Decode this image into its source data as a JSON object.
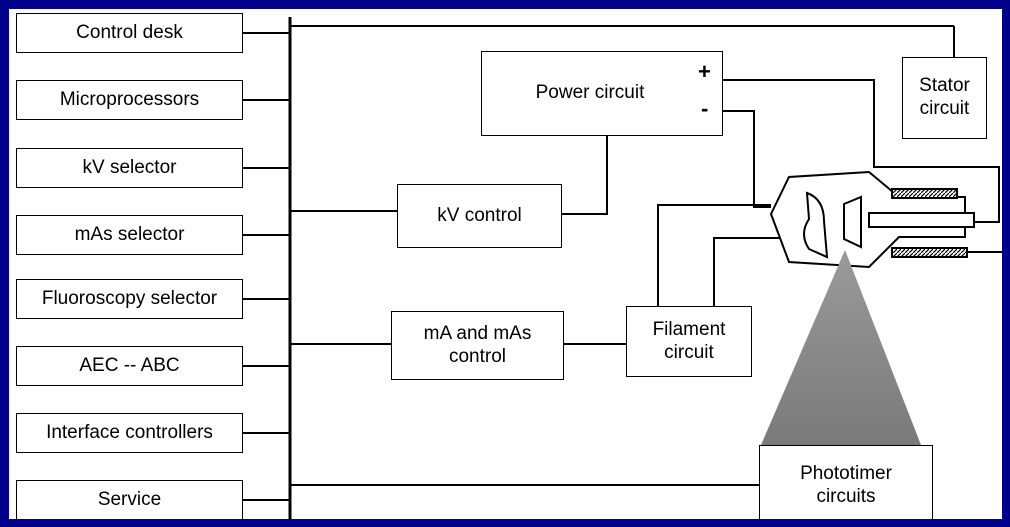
{
  "left_boxes": [
    "Control desk",
    "Microprocessors",
    "kV selector",
    "mAs selector",
    "Fluoroscopy selector",
    "AEC -- ABC",
    "Interface controllers",
    "Service"
  ],
  "power_circuit": "Power circuit",
  "plus": "+",
  "minus": "-",
  "stator_circuit": "Stator\ncircuit",
  "kv_control": "kV control",
  "ma_mas_control": "mA and mAs\ncontrol",
  "filament_circuit": "Filament\ncircuit",
  "phototimer_circuits": "Phototimer\ncircuits",
  "colors": {
    "frame": "#00008b",
    "panel": "#ffffff",
    "line": "#000000",
    "beam": "#888888"
  }
}
